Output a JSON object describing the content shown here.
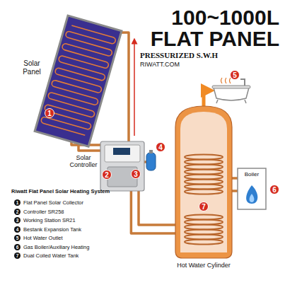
{
  "diagram": {
    "title": "100~1000L FLAT PANEL",
    "nodes": [
      {
        "text": [
          "Solar Panel"
        ]
      },
      {
        "text": [
          "Solar Controller"
        ]
      },
      {
        "text": [
          "Hot Water Cylinder"
        ]
      },
      {
        "text": [
          "Boiler"
        ]
      }
    ],
    "edges": [
      {
        "from": 0,
        "to": 1,
        "arrow": "none"
      },
      {
        "from": 1,
        "to": 2,
        "arrow": "none"
      },
      {
        "from": 3,
        "to": 2,
        "arrow": "none"
      }
    ],
    "labels": [
      "PRESSURIZED S.W.H",
      "RIWATT.COM",
      "1",
      "2",
      "3",
      "4",
      "5",
      "6",
      "7",
      "Riwatt Flat Panel Solar Heating System",
      "1",
      "2",
      "3",
      "4",
      "5",
      "6",
      "7"
    ],
    "legend": [
      {
        "text": "Flat Panel Solar Collector"
      },
      {
        "text": "Controller SR258"
      },
      {
        "text": "Working Station SR21"
      },
      {
        "text": "Bestank Expansion Tank"
      },
      {
        "text": "Hot Water Outlet"
      },
      {
        "text": "Gas Boiler/Auxiliary Heating"
      },
      {
        "text": "Dual Coiled Water Tank"
      }
    ]
  }
}
